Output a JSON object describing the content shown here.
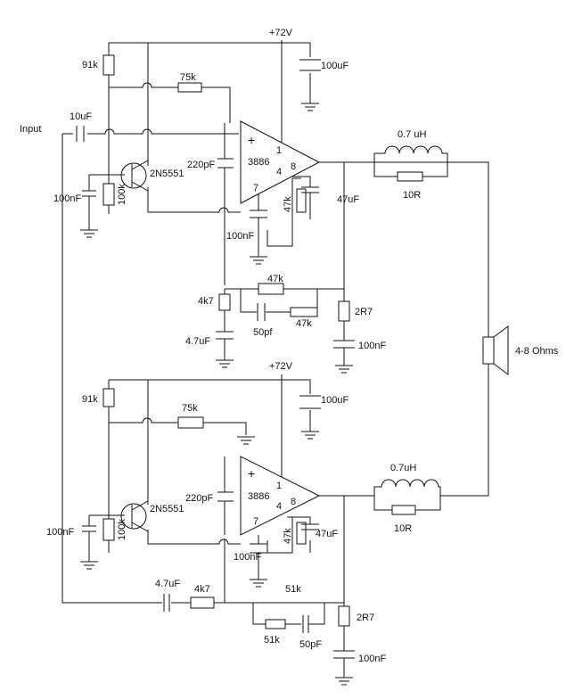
{
  "labels": {
    "input": "Input",
    "supply_top": "+72V",
    "supply_bottom": "+72V",
    "speaker": "4-8 Ohms",
    "top": {
      "r91k": "91k",
      "r75k": "75k",
      "c10uF": "10uF",
      "transistor": "2N5551",
      "c100nF_in": "100nF",
      "r100k": "100k",
      "c220pF": "220pF",
      "opamp": "3886",
      "pin_plus": "+",
      "pin1": "1",
      "pin4": "4",
      "pin8": "8",
      "pin7": "7",
      "r47k_v": "47k",
      "c47uF": "47uF",
      "c100nF_pin7": "100nF",
      "c100uF": "100uF",
      "ind": "0.7 uH",
      "r10R": "10R",
      "r4k7": "4k7",
      "c4_7uF": "4.7uF",
      "r47k_fb": "47k",
      "c50pf": "50pf",
      "r47k_fb2": "47k",
      "r2R7": "2R7",
      "c100nF_zob": "100nF"
    },
    "bottom": {
      "r91k": "91k",
      "r75k": "75k",
      "transistor": "2N5551",
      "c100nF_in": "100nF",
      "r100k": "100k",
      "c220pF": "220pF",
      "opamp": "3886",
      "pin_plus": "+",
      "pin1": "1",
      "pin4": "4",
      "pin8": "8",
      "pin7": "7",
      "r47k_v": "47k",
      "c47uF": "47uF",
      "c100nF_pin7": "100nF",
      "c100uF": "100uF",
      "ind": "0.7uH",
      "r10R": "10R",
      "c4_7uF": "4.7uF",
      "r4k7": "4k7",
      "r51k_a": "51k",
      "r51k_b": "51k",
      "c50pF": "50pF",
      "r2R7": "2R7",
      "c100nF_zob": "100nF"
    }
  }
}
